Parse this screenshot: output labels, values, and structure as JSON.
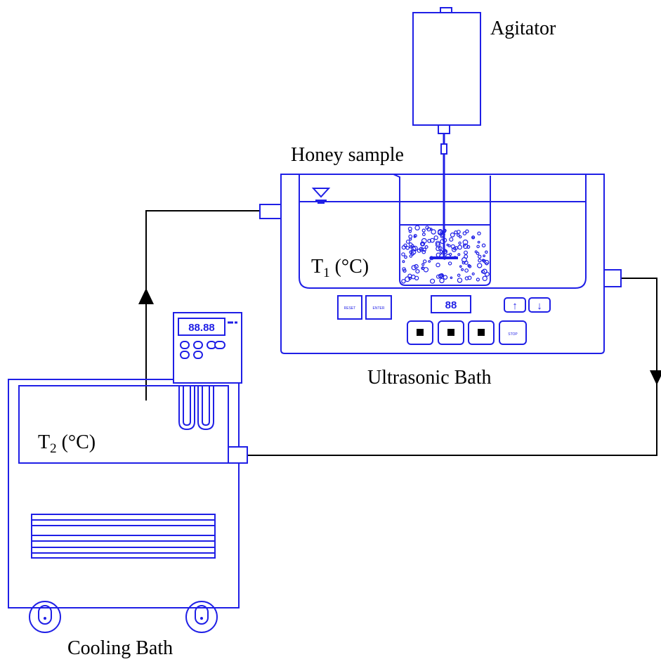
{
  "labels": {
    "agitator": "Agitator",
    "honey_sample": "Honey sample",
    "ultrasonic_bath": "Ultrasonic Bath",
    "cooling_bath": "Cooling Bath",
    "t1_prefix": "T",
    "t1_sub": "1",
    "t1_unit": " (°C)",
    "t2_prefix": "T",
    "t2_sub": "2",
    "t2_unit": " (°C)"
  },
  "ultrasonic_panel": {
    "button_1": "RESET",
    "button_2": "ENTER",
    "display": "88",
    "up_symbol": "↑",
    "down_symbol": "↓",
    "stop": "STOP"
  },
  "cooling_panel": {
    "display": "88.88"
  },
  "colors": {
    "equipment": "#1f1fe6",
    "tubing": "#000000",
    "background": "#ffffff"
  }
}
